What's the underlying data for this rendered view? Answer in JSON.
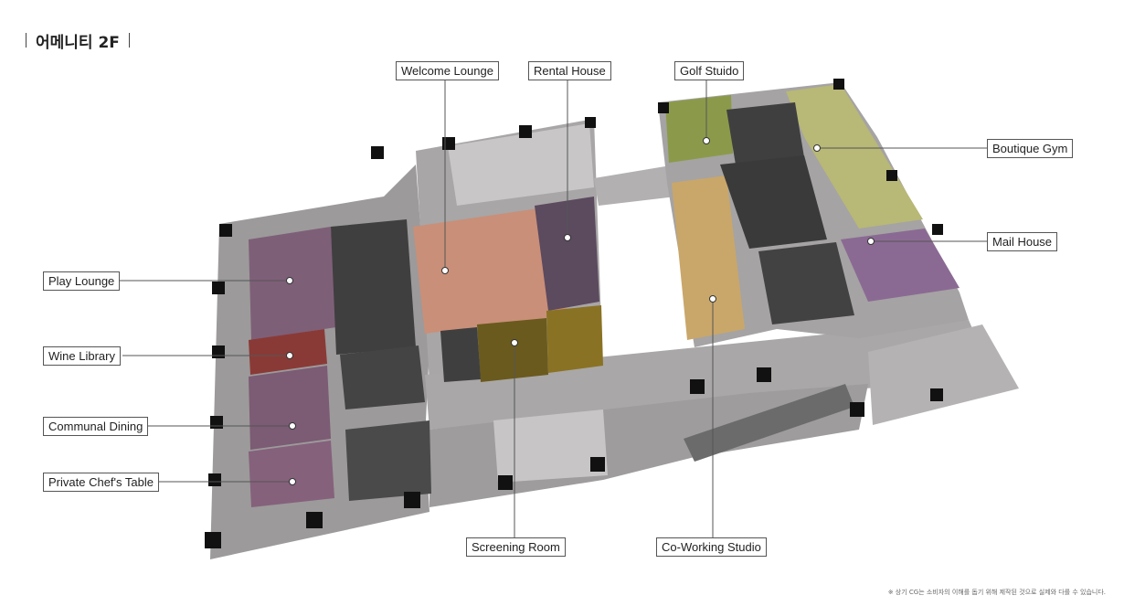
{
  "header": {
    "title": "어메니티 2F"
  },
  "labels": {
    "welcome_lounge": "Welcome Lounge",
    "rental_house": "Rental House",
    "golf_studio": "Golf Stuido",
    "boutique_gym": "Boutique Gym",
    "mail_house": "Mail House",
    "play_lounge": "Play Lounge",
    "wine_library": "Wine Library",
    "communal_dining": "Communal Dining",
    "private_chefs_table": "Private Chef's Table",
    "screening_room": "Screening Room",
    "co_working_studio": "Co-Working Studio"
  },
  "footer": {
    "note": "※ 상기 CG는 소비자의 이해를 돕기 위해 제작된 것으로 실제와 다를 수 있습니다."
  },
  "colors": {
    "slab": "#9a9898",
    "rooms_purple": "#7e5f78",
    "wine_red": "#8a3a36",
    "lounge_salmon": "#c98f78",
    "screening_olive": "#6a5a1e",
    "cowork_tan": "#c9a76a",
    "golf_green": "#8b9a4a",
    "gym_khaki": "#b8b877",
    "mail_violet": "#8a6a93",
    "core_dark": "#3f3f3f"
  }
}
